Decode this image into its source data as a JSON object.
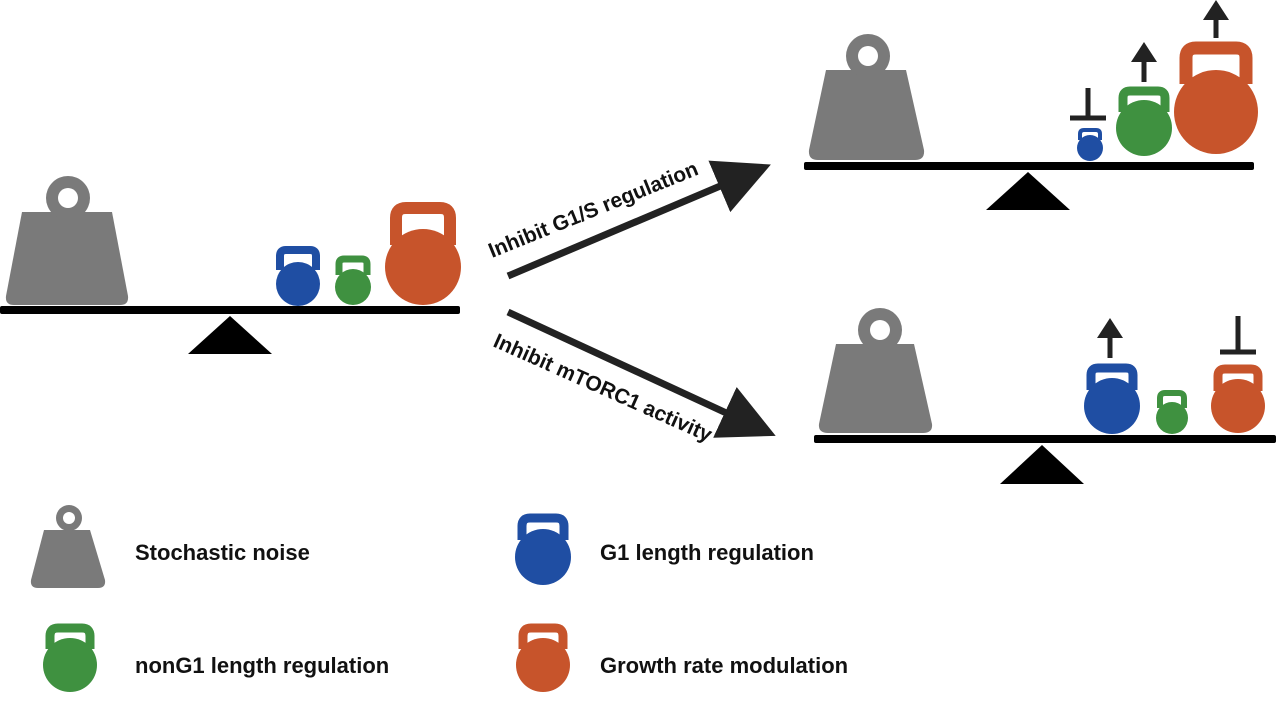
{
  "colors": {
    "noise": "#7a7a7a",
    "g1": "#1f4ea3",
    "nong1": "#3f9140",
    "growth": "#c7542b",
    "beam": "#000000",
    "arrow": "#222222"
  },
  "arrows": {
    "upper_label": "Inhibit G1/S regulation",
    "lower_label": "Inhibit mTORC1 activity"
  },
  "legend": {
    "noise": "Stochastic noise",
    "g1": "G1 length regulation",
    "nong1": "nonG1 length regulation",
    "growth": "Growth rate modulation"
  },
  "icons": {
    "weight": "weight-icon",
    "kettlebell": "kettlebell-icon",
    "up_arrow": "up-arrow-icon",
    "inhibit": "inhibition-t-icon",
    "fulcrum": "fulcrum-triangle-icon"
  },
  "scenarios": {
    "baseline": {
      "noise": 1.0,
      "g1": 1.0,
      "nong1": 0.8,
      "growth": 1.7
    },
    "inhibit_g1s": {
      "noise": 1.0,
      "g1": 0.6,
      "nong1": 1.3,
      "growth": 1.9,
      "g1_marker": "inhibited",
      "nong1_marker": "increased",
      "growth_marker": "increased"
    },
    "inhibit_mtorc1": {
      "noise": 1.0,
      "g1": 1.25,
      "nong1": 0.8,
      "growth": 1.25,
      "g1_marker": "increased",
      "growth_marker": "inhibited"
    }
  }
}
